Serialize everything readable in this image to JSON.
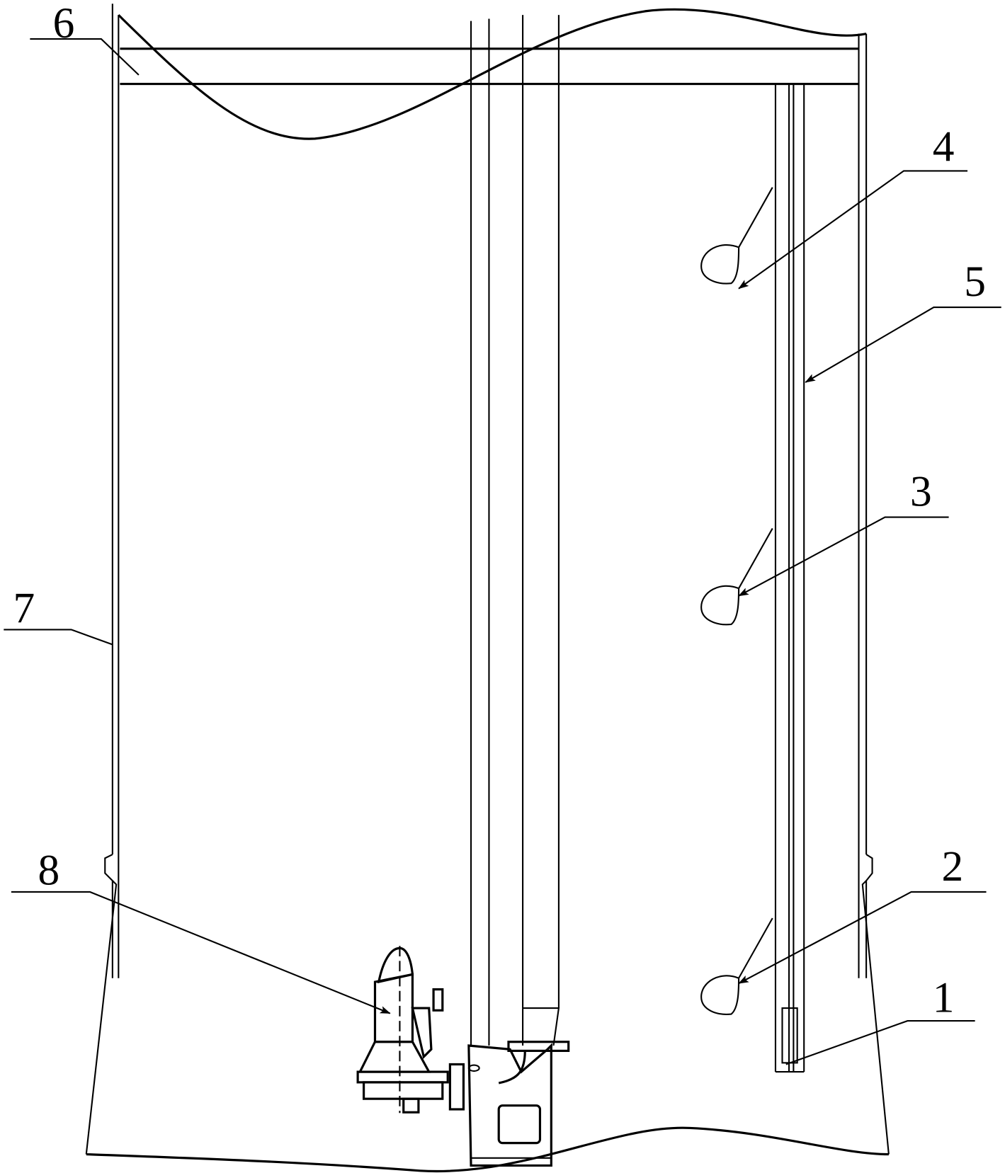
{
  "figure": {
    "labels": {
      "sensor": "1",
      "float_low": "2",
      "float_mid": "3",
      "float_high": "4",
      "float_rod": "5",
      "cross_beam": "6",
      "tank_wall": "7",
      "pump": "8"
    },
    "line_color": "#000000",
    "background": "#ffffff"
  }
}
